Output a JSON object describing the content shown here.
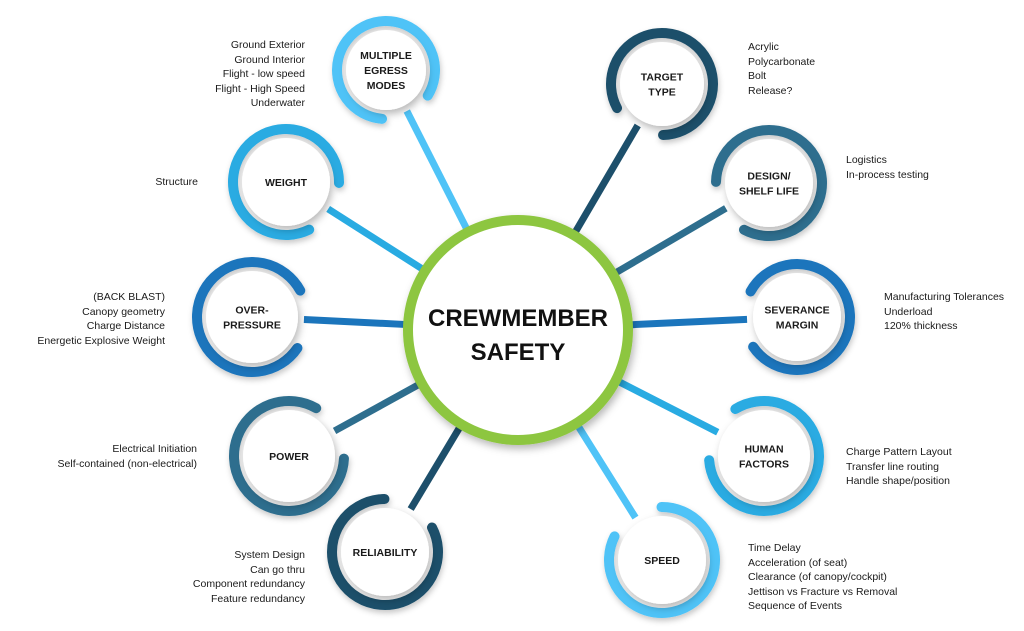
{
  "center": {
    "lines": [
      "CREWMEMBER",
      "SAFETY"
    ],
    "color": "#8dc63f"
  },
  "colors": {
    "light": "#29abe2",
    "mid": "#1b75bc",
    "steel": "#2e6e8e",
    "dark": "#1d4f6b"
  },
  "nodes": [
    {
      "id": "multiple-egress-modes",
      "lines": [
        "MULTIPLE",
        "EGRESS",
        "MODES"
      ],
      "color": "#4fc3f7",
      "notes": [
        "Ground Exterior",
        "Ground Interior",
        "Flight - low speed",
        "Flight - High Speed",
        "Underwater"
      ]
    },
    {
      "id": "weight",
      "lines": [
        "WEIGHT"
      ],
      "color": "#29abe2",
      "notes": [
        "Structure"
      ]
    },
    {
      "id": "over-pressure",
      "lines": [
        "OVER-",
        "PRESSURE"
      ],
      "color": "#1b75bc",
      "notes": [
        "(BACK BLAST)",
        "Canopy geometry",
        "Charge Distance",
        "Energetic Explosive Weight"
      ]
    },
    {
      "id": "power",
      "lines": [
        "POWER"
      ],
      "color": "#2e6e8e",
      "notes": [
        "Electrical Initiation",
        "Self-contained (non-electrical)"
      ]
    },
    {
      "id": "reliability",
      "lines": [
        "RELIABILITY"
      ],
      "color": "#1d4f6b",
      "notes": [
        "System Design",
        "Can go thru",
        "Component redundancy",
        "Feature redundancy"
      ]
    },
    {
      "id": "target-type",
      "lines": [
        "TARGET",
        "TYPE"
      ],
      "color": "#1d4f6b",
      "notes": [
        "Acrylic",
        "Polycarbonate",
        "Bolt",
        "Release?"
      ]
    },
    {
      "id": "design-shelf-life",
      "lines": [
        "DESIGN/",
        "SHELF LIFE"
      ],
      "color": "#2e6e8e",
      "notes": [
        "Logistics",
        "In-process testing"
      ]
    },
    {
      "id": "severance-margin",
      "lines": [
        "SEVERANCE",
        "MARGIN"
      ],
      "color": "#1b75bc",
      "notes": [
        "Manufacturing Tolerances",
        "Underload",
        "120% thickness"
      ]
    },
    {
      "id": "human-factors",
      "lines": [
        "HUMAN",
        "FACTORS"
      ],
      "color": "#29abe2",
      "notes": [
        "Charge Pattern Layout",
        "Transfer line routing",
        "Handle shape/position"
      ]
    },
    {
      "id": "speed",
      "lines": [
        "SPEED"
      ],
      "color": "#4fc3f7",
      "notes": [
        "Time Delay",
        "Acceleration (of seat)",
        "Clearance (of canopy/cockpit)",
        "Jettison vs Fracture vs Removal",
        "Sequence of Events"
      ]
    }
  ]
}
